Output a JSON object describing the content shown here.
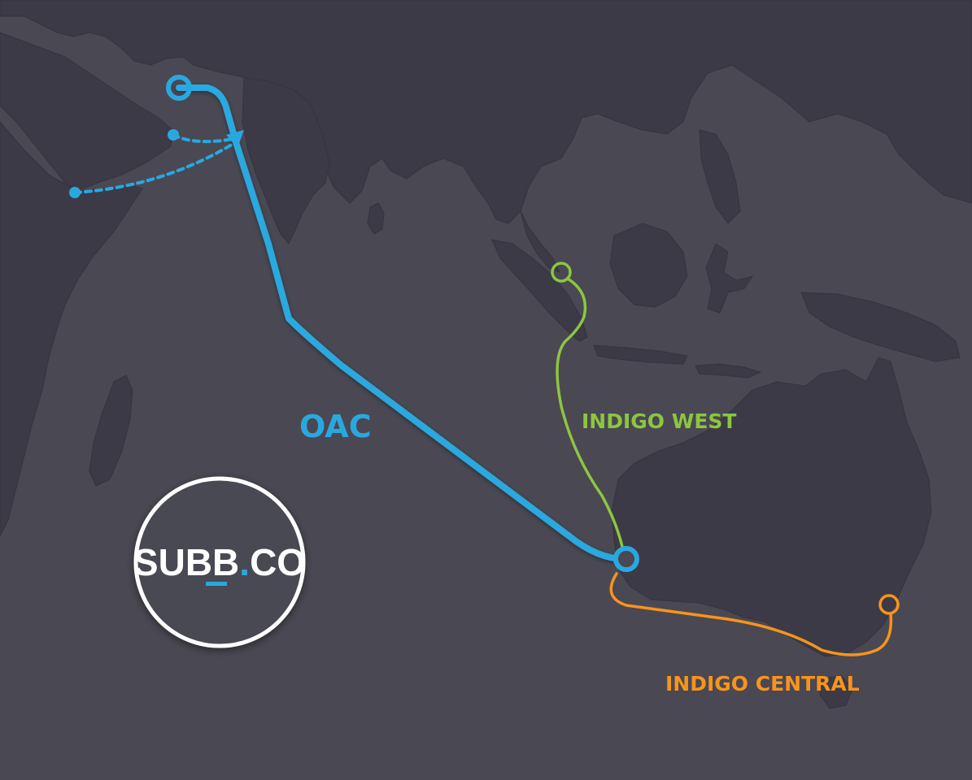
{
  "theme": {
    "ocean": "#4a4852",
    "land": "#3c3a46",
    "oac_color": "#29a8e0",
    "indigo_west_color": "#8cc63f",
    "indigo_central_color": "#f7941d",
    "logo_ring": "#ffffff",
    "logo_accent": "#29a8e0"
  },
  "routes": {
    "oac": {
      "label": "OAC"
    },
    "indigo_west": {
      "label": "INDIGO WEST"
    },
    "indigo_central": {
      "label": "INDIGO CENTRAL"
    }
  },
  "logo": {
    "part1": "SUB",
    "part2": "B",
    "part3": ".",
    "part4": "CO"
  },
  "icons": {
    "landing": "landing-station-ring-icon",
    "branch_end": "branch-endpoint-dot-icon",
    "direction": "direction-arrow-icon"
  }
}
